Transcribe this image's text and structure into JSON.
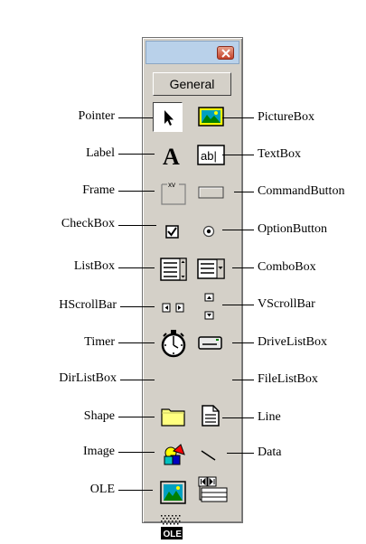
{
  "window": {
    "close_glyph": "×"
  },
  "toolbox": {
    "tab_label": "General"
  },
  "labels": {
    "pointer": "Pointer",
    "picturebox": "PictureBox",
    "label": "Label",
    "textbox": "TextBox",
    "frame": "Frame",
    "commandbutton": "CommandButton",
    "checkbox": "CheckBox",
    "optionbutton": "OptionButton",
    "listbox": "ListBox",
    "combobox": "ComboBox",
    "hscrollbar": "HScrollBar",
    "vscrollbar": "VScrollBar",
    "timer": "Timer",
    "drivelistbox": "DriveListBox",
    "dirlistbox": "DirListBox",
    "filelistbox": "FileListBox",
    "shape": "Shape",
    "line": "Line",
    "image": "Image",
    "data": "Data",
    "ole": "OLE"
  },
  "icon_text": {
    "label_glyph": "A",
    "textbox_glyph": "ab|",
    "frame_glyph": "xv",
    "ole_glyph": "OLE"
  }
}
